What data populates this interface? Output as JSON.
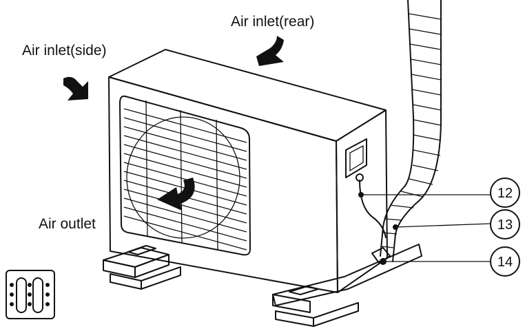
{
  "labels": {
    "air_inlet_rear": "Air inlet(rear)",
    "air_inlet_side": "Air inlet(side)",
    "air_outlet": "Air outlet"
  },
  "callouts": [
    "12",
    "13",
    "14"
  ],
  "icons": {
    "unit": "outdoor-unit-icon",
    "symbol": "condensate-drain-symbol-icon"
  }
}
